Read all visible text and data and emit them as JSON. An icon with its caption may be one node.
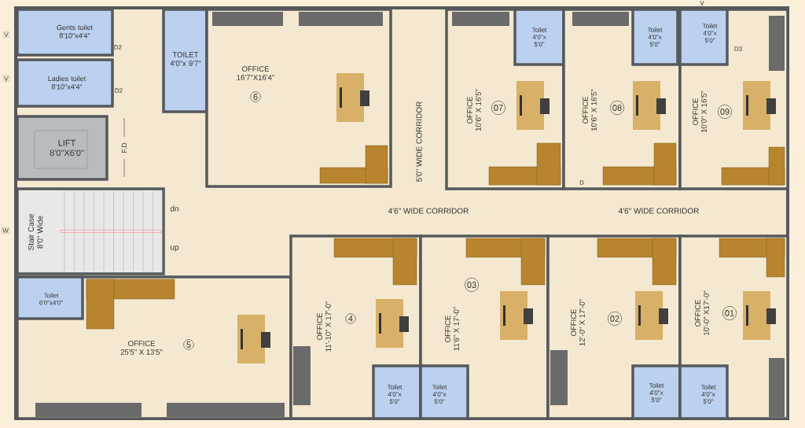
{
  "diagram": {
    "nodes": [
      {
        "text": [
          "Gents toilet",
          "8'10\"x4'4\""
        ]
      },
      {
        "text": [
          "Ladies toilet",
          "8'10\"x4'4\""
        ]
      },
      {
        "text": [
          "LIFT",
          "8'0\"X6'0\""
        ]
      },
      {
        "text": [
          "Stair Case",
          "8'0\" Wide"
        ]
      },
      {
        "text": [
          "TOILET",
          "4'0\"x 9'7\""
        ]
      },
      {
        "text": [
          "OFFICE",
          "16'7\"X16'4\""
        ]
      },
      {
        "text": [
          "6"
        ],
        "in": 5
      },
      {
        "text": [
          "OFFICE",
          "10'6\" X 16'5\""
        ]
      },
      {
        "text": [
          "07"
        ],
        "in": 7
      },
      {
        "text": [
          "Toilet",
          "4'0\"x 5'0\""
        ],
        "in": 7
      },
      {
        "text": [
          "OFFICE",
          "10'6\" X 16'5\""
        ]
      },
      {
        "text": [
          "08"
        ],
        "in": 10
      },
      {
        "text": [
          "Toilet",
          "4'0\"x 5'0\""
        ],
        "in": 10
      },
      {
        "text": [
          "OFFICE",
          "10'0\" X 16'5\""
        ]
      },
      {
        "text": [
          "09"
        ],
        "in": 13
      },
      {
        "text": [
          "Toilet",
          "4'0\"x 5'0\""
        ],
        "in": 13
      },
      {
        "text": [
          "OFFICE",
          "25'5\" X 13'5\""
        ]
      },
      {
        "text": [
          "5"
        ],
        "in": 16
      },
      {
        "text": [
          "Toilet",
          "6'0\"x4'0\""
        ],
        "in": 16
      },
      {
        "text": [
          "OFFICE",
          "11'-10\" X 17'-0\""
        ]
      },
      {
        "text": [
          "4"
        ],
        "in": 19
      },
      {
        "text": [
          "Toilet",
          "4'0\"x 5'0\""
        ],
        "in": 19
      },
      {
        "text": [
          "OFFICE",
          "11'6\" X 17'-0\""
        ]
      },
      {
        "text": [
          "03"
        ],
        "in": 22
      },
      {
        "text": [
          "Toilet",
          "4'0\"x 5'0\""
        ],
        "in": 22
      },
      {
        "text": [
          "OFFICE",
          "12'-0\" X 17'-0\""
        ]
      },
      {
        "text": [
          "02"
        ],
        "in": 25
      },
      {
        "text": [
          "Toilet",
          "4'0\"x 5'0\""
        ],
        "in": 25
      },
      {
        "text": [
          "OFFICE",
          "10'-0\" X17'-0\""
        ]
      },
      {
        "text": [
          "01"
        ],
        "in": 28
      },
      {
        "text": [
          "Toilet",
          "4'0\"x 5'0\""
        ],
        "in": 28
      }
    ],
    "labels": [
      "V",
      "V",
      "D2",
      "D2",
      "F.D",
      "W",
      "dn",
      "up",
      "5'0\" WIDE CORRIDOR",
      "4'6\" WIDE CORRIDOR",
      "4'6\" WIDE CORRIDOR",
      "V",
      "D3",
      "D"
    ]
  }
}
